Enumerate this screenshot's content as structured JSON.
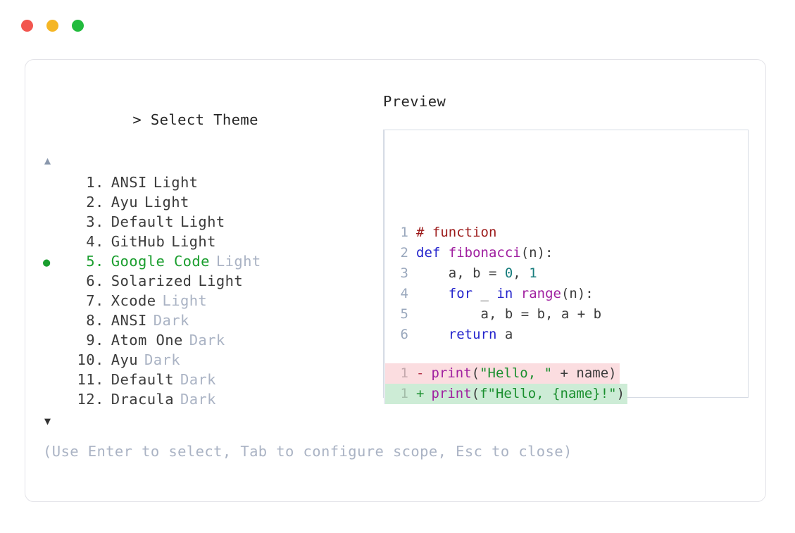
{
  "window": {
    "traffic_lights": [
      {
        "name": "close",
        "color": "#f2564f"
      },
      {
        "name": "minimize",
        "color": "#f5b625"
      },
      {
        "name": "maximize",
        "color": "#22bb3d"
      }
    ]
  },
  "prompt": {
    "caret": ">",
    "title": "Select Theme",
    "scroll_up": "▲",
    "scroll_down": "▼"
  },
  "theme_list": {
    "selected_index": 5,
    "marker": "●",
    "items": [
      {
        "num": "1",
        "name": "ANSI",
        "suffix": "Light",
        "suffix_dim": false,
        "selected": false
      },
      {
        "num": "2",
        "name": "Ayu",
        "suffix": "Light",
        "suffix_dim": false,
        "selected": false
      },
      {
        "num": "3",
        "name": "Default",
        "suffix": "Light",
        "suffix_dim": false,
        "selected": false
      },
      {
        "num": "4",
        "name": "GitHub",
        "suffix": "Light",
        "suffix_dim": false,
        "selected": false
      },
      {
        "num": "5",
        "name": "Google Code",
        "suffix": "Light",
        "suffix_dim": true,
        "selected": true
      },
      {
        "num": "6",
        "name": "Solarized",
        "suffix": "Light",
        "suffix_dim": false,
        "selected": false
      },
      {
        "num": "7",
        "name": "Xcode",
        "suffix": "Light",
        "suffix_dim": true,
        "selected": false
      },
      {
        "num": "8",
        "name": "ANSI",
        "suffix": "Dark",
        "suffix_dim": true,
        "selected": false
      },
      {
        "num": "9",
        "name": "Atom One",
        "suffix": "Dark",
        "suffix_dim": true,
        "selected": false
      },
      {
        "num": "10",
        "name": "Ayu",
        "suffix": "Dark",
        "suffix_dim": true,
        "selected": false
      },
      {
        "num": "11",
        "name": "Default",
        "suffix": "Dark",
        "suffix_dim": true,
        "selected": false
      },
      {
        "num": "12",
        "name": "Dracula",
        "suffix": "Dark",
        "suffix_dim": true,
        "selected": false
      }
    ]
  },
  "preview": {
    "label": "Preview",
    "code_lines": [
      {
        "ln": "1",
        "tokens": [
          {
            "t": "# function",
            "c": "tok-comment"
          }
        ]
      },
      {
        "ln": "2",
        "tokens": [
          {
            "t": "def ",
            "c": "tok-kw"
          },
          {
            "t": "fibonacci",
            "c": "tok-fn"
          },
          {
            "t": "(n):",
            "c": "tok-punct"
          }
        ]
      },
      {
        "ln": "3",
        "tokens": [
          {
            "t": "    a, b = ",
            "c": "tok-plain"
          },
          {
            "t": "0",
            "c": "tok-num"
          },
          {
            "t": ", ",
            "c": "tok-plain"
          },
          {
            "t": "1",
            "c": "tok-num"
          }
        ]
      },
      {
        "ln": "4",
        "tokens": [
          {
            "t": "    ",
            "c": "tok-plain"
          },
          {
            "t": "for",
            "c": "tok-kw"
          },
          {
            "t": " _ ",
            "c": "tok-plain"
          },
          {
            "t": "in",
            "c": "tok-kw"
          },
          {
            "t": " ",
            "c": "tok-plain"
          },
          {
            "t": "range",
            "c": "tok-fn"
          },
          {
            "t": "(n):",
            "c": "tok-punct"
          }
        ]
      },
      {
        "ln": "5",
        "tokens": [
          {
            "t": "        a, b = b, a + b",
            "c": "tok-plain"
          }
        ]
      },
      {
        "ln": "6",
        "tokens": [
          {
            "t": "    ",
            "c": "tok-plain"
          },
          {
            "t": "return",
            "c": "tok-kw"
          },
          {
            "t": " a",
            "c": "tok-plain"
          }
        ]
      }
    ],
    "diff_lines": [
      {
        "ln": "1",
        "kind": "del",
        "sign": "-",
        "tokens": [
          {
            "t": "print",
            "c": "tok-fn"
          },
          {
            "t": "(",
            "c": "tok-punct"
          },
          {
            "t": "\"Hello, \"",
            "c": "tok-str"
          },
          {
            "t": " + name)",
            "c": "tok-plain"
          }
        ]
      },
      {
        "ln": "1",
        "kind": "add",
        "sign": "+",
        "tokens": [
          {
            "t": "print",
            "c": "tok-fn"
          },
          {
            "t": "(",
            "c": "tok-punct"
          },
          {
            "t": "f\"Hello, {name}!\"",
            "c": "tok-str"
          },
          {
            "t": ")",
            "c": "tok-punct"
          }
        ]
      }
    ]
  },
  "hint": "(Use Enter to select, Tab to configure scope, Esc to close)"
}
